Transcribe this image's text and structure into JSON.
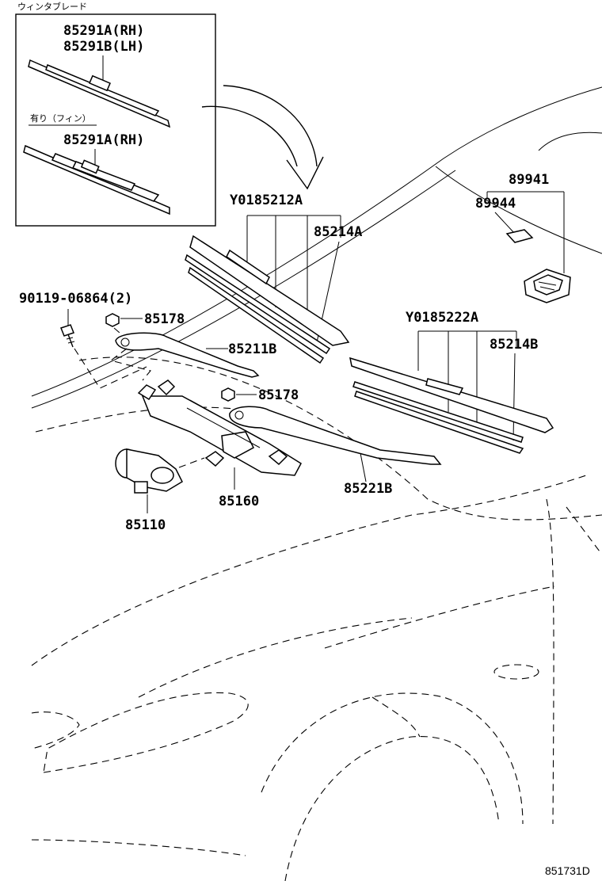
{
  "inset": {
    "heading": "ウィンタブレード",
    "part_rh": "85291A(RH)",
    "part_lh": "85291B(LH)",
    "fin_label": "有り（フィン）",
    "fin_part_rh": "85291A(RH)"
  },
  "labels": {
    "p89941": "89941",
    "p89944": "89944",
    "y0185212a": "Y0185212A",
    "p85214a": "85214A",
    "bolt": "90119-06864(2)",
    "p85178_top": "85178",
    "p85211b": "85211B",
    "y0185222a": "Y0185222A",
    "p85214b": "85214B",
    "p85178_mid": "85178",
    "p85160": "85160",
    "p85110": "85110",
    "p85221b": "85221B"
  },
  "figure_code": "851731D"
}
